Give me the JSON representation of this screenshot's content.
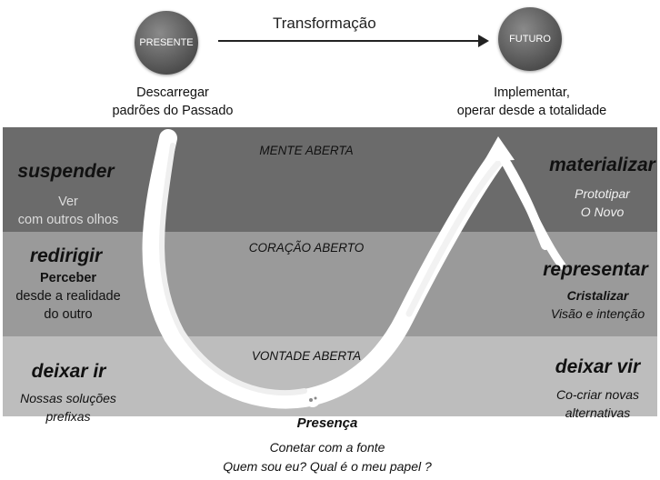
{
  "top": {
    "presente": "PRESENTE",
    "futuro": "FUTURO",
    "transformation": "Transformação",
    "left_caption": [
      "Descarregar",
      "padrões do Passado"
    ],
    "right_caption": [
      "Implementar,",
      "operar desde a totalidade"
    ]
  },
  "bands": {
    "top_title": "MENTE ABERTA",
    "mid_title": "CORAÇÃO ABERTO",
    "bot_title": "VONTADE ABERTA"
  },
  "left": {
    "suspender": "suspender",
    "suspender_sub": [
      "Ver",
      "com outros olhos"
    ],
    "redirigir": "redirigir",
    "redirigir_sub": [
      "Perceber",
      "desde a realidade",
      "do outro"
    ],
    "deixar_ir": "deixar ir",
    "deixar_ir_sub": [
      "Nossas soluções",
      "prefixas"
    ]
  },
  "right": {
    "materializar": "materializar",
    "materializar_sub": [
      "Prototipar",
      "O Novo"
    ],
    "representar": "representar",
    "representar_sub": [
      "Cristalizar",
      "Visão e intenção"
    ],
    "deixar_vir": "deixar vir",
    "deixar_vir_sub": [
      "Co-criar novas",
      "alternativas"
    ]
  },
  "bottom": {
    "presenca": "Presença",
    "sub": [
      "Conetar com a fonte",
      "Quem sou eu? Qual é o meu papel ?"
    ]
  },
  "colors": {
    "band_top": "#6b6b6b",
    "band_mid": "#9a9a9a",
    "band_bot": "#bdbdbd",
    "circle": "#555555",
    "u_stroke": "#ffffff"
  }
}
